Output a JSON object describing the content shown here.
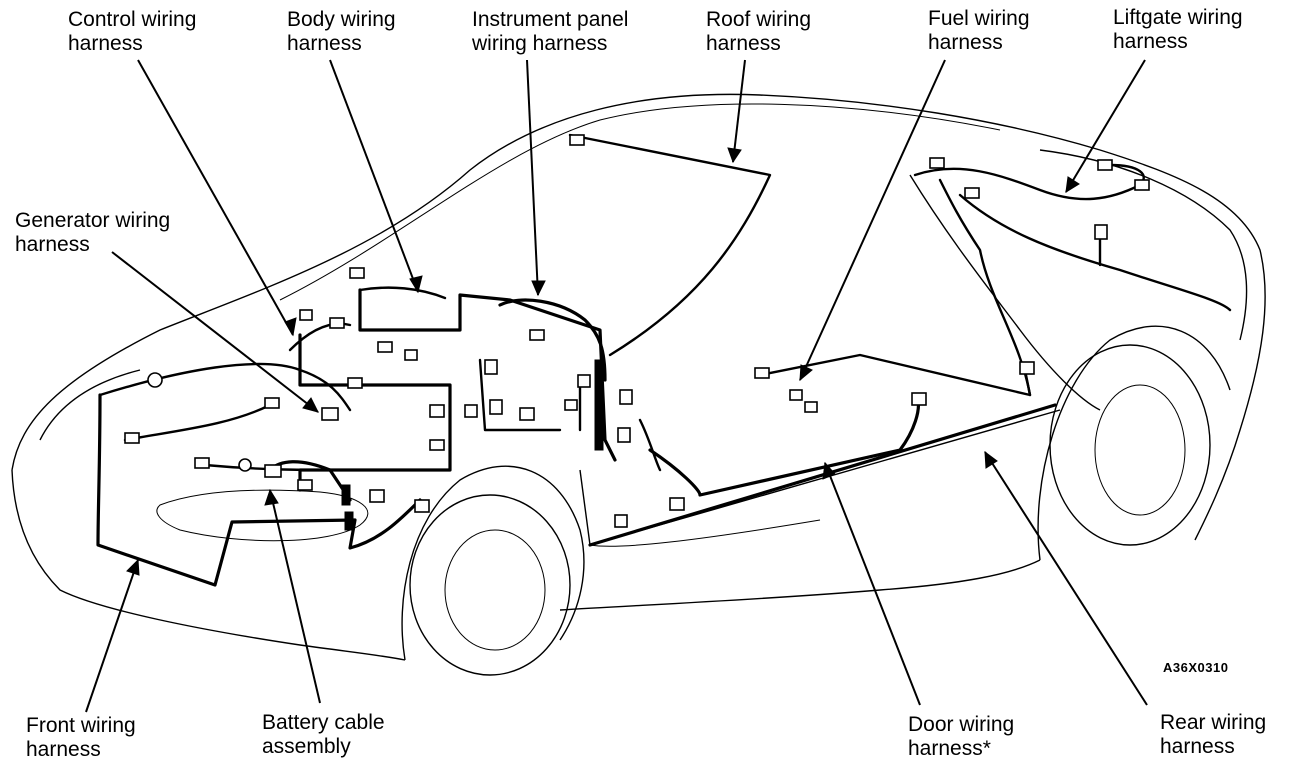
{
  "labels": {
    "control": [
      "Control wiring",
      "harness"
    ],
    "body": [
      "Body wiring",
      "harness"
    ],
    "instrument": [
      "Instrument panel",
      "wiring harness"
    ],
    "roof": [
      "Roof wiring",
      "harness"
    ],
    "fuel": [
      "Fuel wiring",
      "harness"
    ],
    "liftgate": [
      "Liftgate wiring",
      "harness"
    ],
    "generator": [
      "Generator wiring",
      "harness"
    ],
    "front": [
      "Front wiring",
      "harness"
    ],
    "battery": [
      "Battery cable",
      "assembly"
    ],
    "door": [
      "Door  wiring",
      "harness*"
    ],
    "rear": [
      "Rear wiring",
      "harness"
    ]
  },
  "figure_code": "A36X0310"
}
